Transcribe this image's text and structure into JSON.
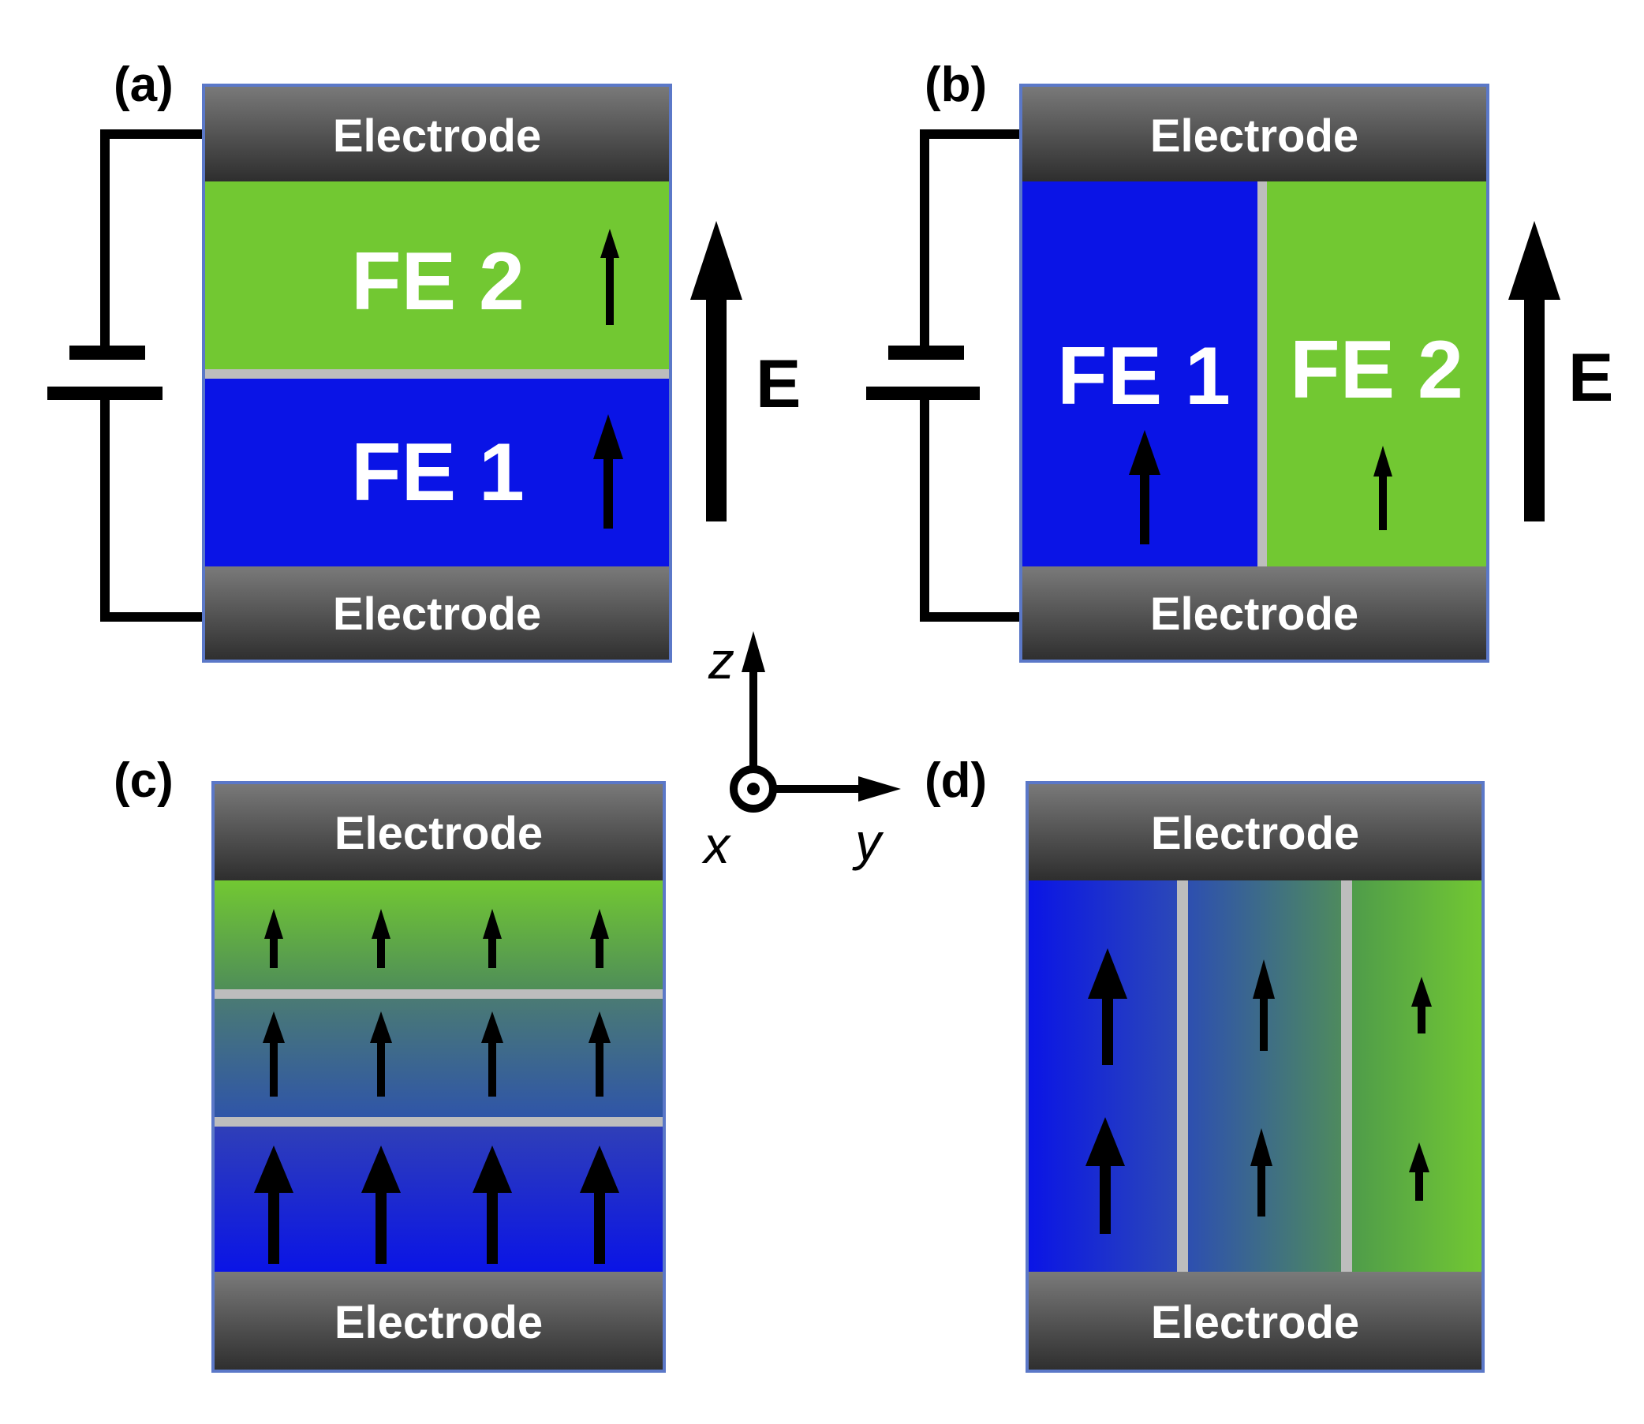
{
  "colors": {
    "fe1": "#0a14e6",
    "fe2": "#72c832",
    "mid": "#3f6e84",
    "electrode_top": "#7a7a7a",
    "electrode_bottom": "#2e2e2e",
    "border": "#5b78c8",
    "boundary": "#bdbdbd"
  },
  "panels": {
    "a": {
      "label": "(a)",
      "electrode_top": "Electrode",
      "electrode_bottom": "Electrode",
      "fe_top": "FE 2",
      "fe_bottom": "FE 1",
      "field": "E"
    },
    "b": {
      "label": "(b)",
      "electrode_top": "Electrode",
      "electrode_bottom": "Electrode",
      "fe_left": "FE 1",
      "fe_right": "FE 2",
      "field": "E"
    },
    "c": {
      "label": "(c)",
      "electrode_top": "Electrode",
      "electrode_bottom": "Electrode"
    },
    "d": {
      "label": "(d)",
      "electrode_top": "Electrode",
      "electrode_bottom": "Electrode"
    }
  },
  "axes": {
    "z": "z",
    "y": "y",
    "x": "x"
  },
  "icons": [
    "polarization-arrow-icon",
    "battery-icon",
    "electric-field-arrow-icon",
    "out-of-plane-x-icon"
  ]
}
